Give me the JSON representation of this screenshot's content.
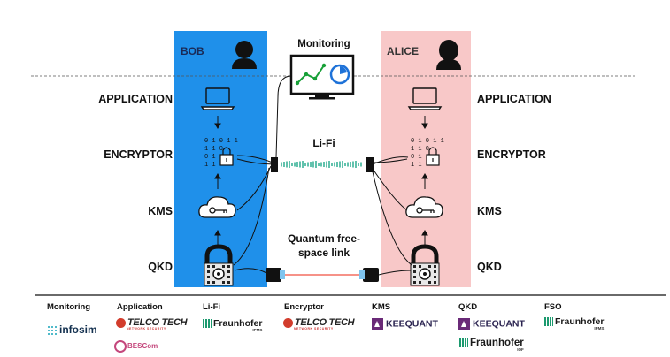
{
  "bob": {
    "name": "BOB",
    "color": "#1f90ea"
  },
  "alice": {
    "name": "ALICE",
    "color": "#f8c8c8"
  },
  "layers": [
    "APPLICATION",
    "ENCRYPTOR",
    "KMS",
    "QKD"
  ],
  "monitoring_label": "Monitoring",
  "lifi_label": "Li-Fi",
  "qlink_label": [
    "Quantum free-",
    "space link"
  ],
  "binary": [
    "0 1 0 1 1",
    "1 1 0",
    "0 1",
    "1 1"
  ],
  "partners": [
    {
      "heading": "Monitoring",
      "logos": [
        "infosim"
      ]
    },
    {
      "heading": "Application",
      "logos": [
        "TELCO TECH",
        "BESCom"
      ]
    },
    {
      "heading": "Li-Fi",
      "logos": [
        "Fraunhofer"
      ]
    },
    {
      "heading": "Encryptor",
      "logos": [
        "TELCO TECH"
      ]
    },
    {
      "heading": "KMS",
      "logos": [
        "KEEQUANT"
      ]
    },
    {
      "heading": "QKD",
      "logos": [
        "KEEQUANT",
        "Fraunhofer"
      ]
    },
    {
      "heading": "FSO",
      "logos": [
        "Fraunhofer"
      ]
    }
  ],
  "logo_subtext": {
    "telco": "NETWORK SECURITY",
    "fh_ipms": "IPMS",
    "fh_iof": "IOF"
  }
}
